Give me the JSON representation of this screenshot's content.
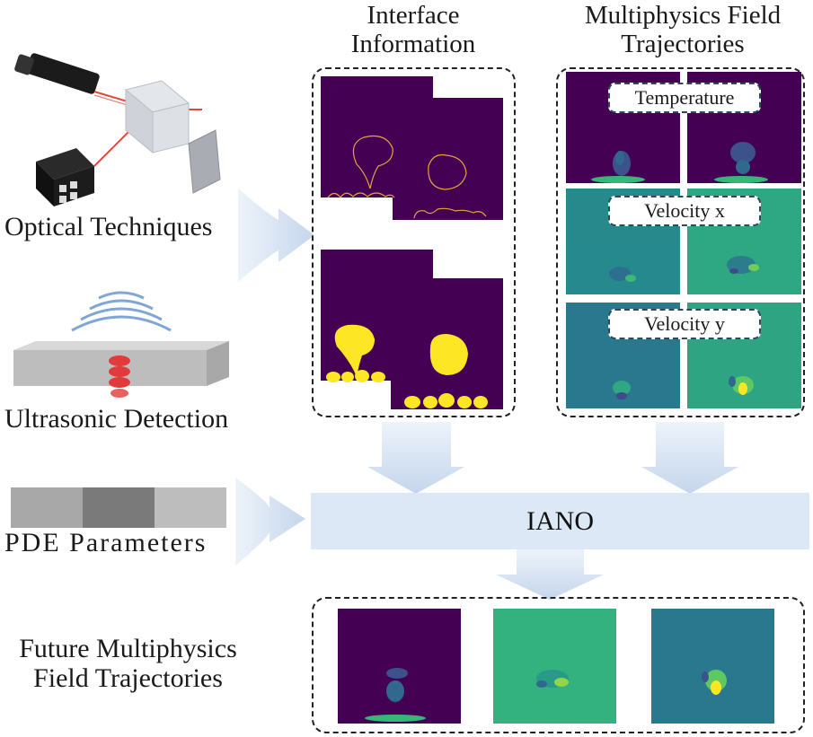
{
  "titles": {
    "interface": [
      "Interface",
      "Information"
    ],
    "multiphysics": [
      "Multiphysics Field",
      "Trajectories"
    ]
  },
  "inputs": {
    "optical": "Optical Techniques",
    "ultrasonic": "Ultrasonic Detection",
    "pde": "PDE Parameters"
  },
  "fields": {
    "temperature": "Temperature",
    "velocity_x": "Velocity x",
    "velocity_y": "Velocity y"
  },
  "model": {
    "name": "IANO"
  },
  "output": {
    "label": [
      "Future Multiphysics",
      "Field Trajectories"
    ]
  },
  "colors": {
    "viridis_dark": "#440154",
    "viridis_teal": "#21918c",
    "viridis_green": "#3cb878",
    "viridis_yellow": "#fde725",
    "arrow": "#c9d9ec",
    "model_box": "#dce8f5"
  },
  "icons": [
    "laser-source-icon",
    "beam-splitter-cube-icon",
    "camera-icon",
    "ultrasonic-wave-icon",
    "parameter-bar-icon"
  ]
}
